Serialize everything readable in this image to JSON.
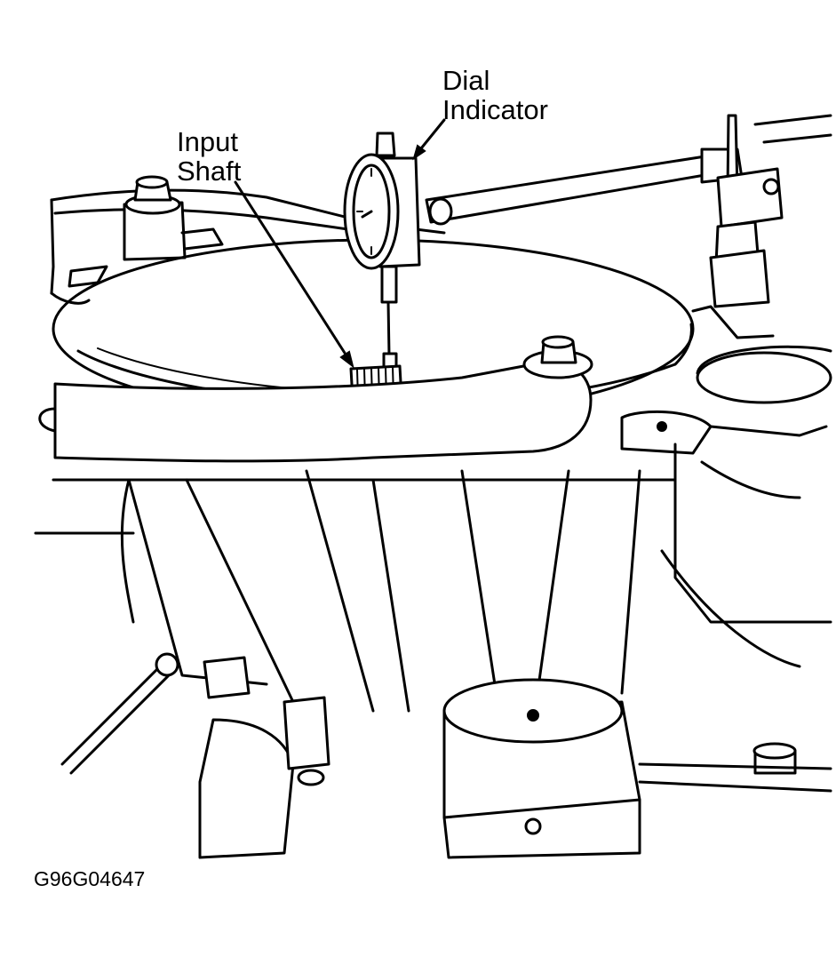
{
  "labels": {
    "dial_indicator_line1": "Dial",
    "dial_indicator_line2": "Indicator",
    "input_shaft_line1": "Input",
    "input_shaft_line2": "Shaft"
  },
  "figure_id": "G96G04647",
  "colors": {
    "ink": "#000000",
    "paper": "#ffffff"
  }
}
